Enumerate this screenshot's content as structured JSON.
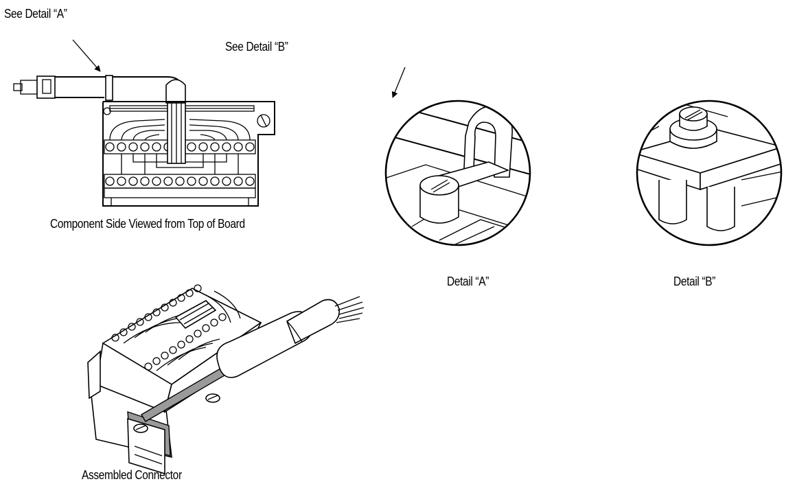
{
  "labels": {
    "see_detail_a": "See Detail “A”",
    "see_detail_b": "See Detail “B”",
    "component_side": "Component Side Viewed from Top of Board",
    "detail_a": "Detail “A”",
    "detail_b": "Detail “B”",
    "assembled": "Assembled Connector"
  }
}
